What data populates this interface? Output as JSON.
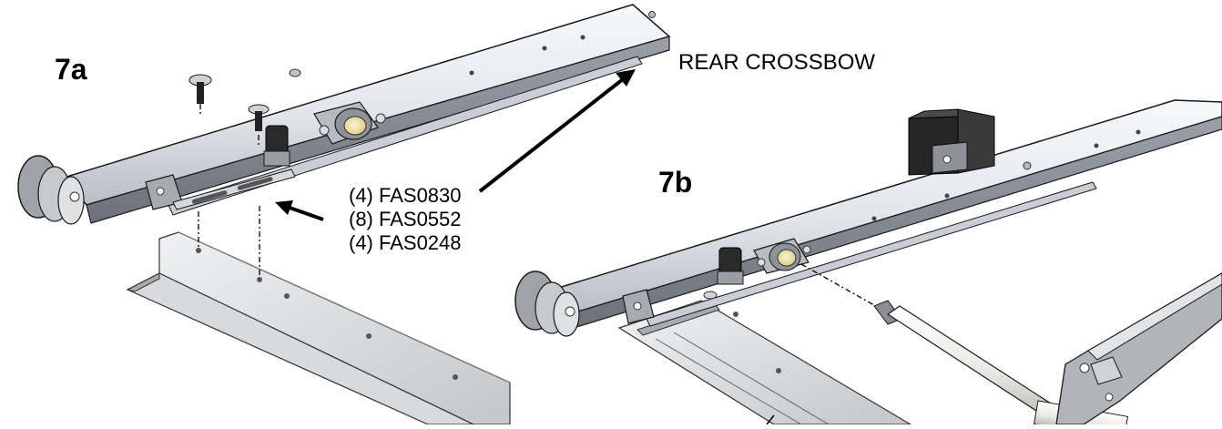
{
  "steps": {
    "step_a": "7a",
    "step_b": "7b"
  },
  "callouts": {
    "rear_crossbow": "REAR CROSSBOW",
    "fasteners": [
      "(4) FAS0830",
      "(8) FAS0552",
      "(4) FAS0248"
    ]
  },
  "colors": {
    "steel_light": "#eef1f5",
    "steel_mid": "#b9bfc8",
    "steel_dark": "#6e737b",
    "outline": "#1a1a1a",
    "arrow": "#000000",
    "bearing_brass": "#f2e7a8",
    "bracket_black": "#202020",
    "rod_white": "#f5f5f2"
  }
}
